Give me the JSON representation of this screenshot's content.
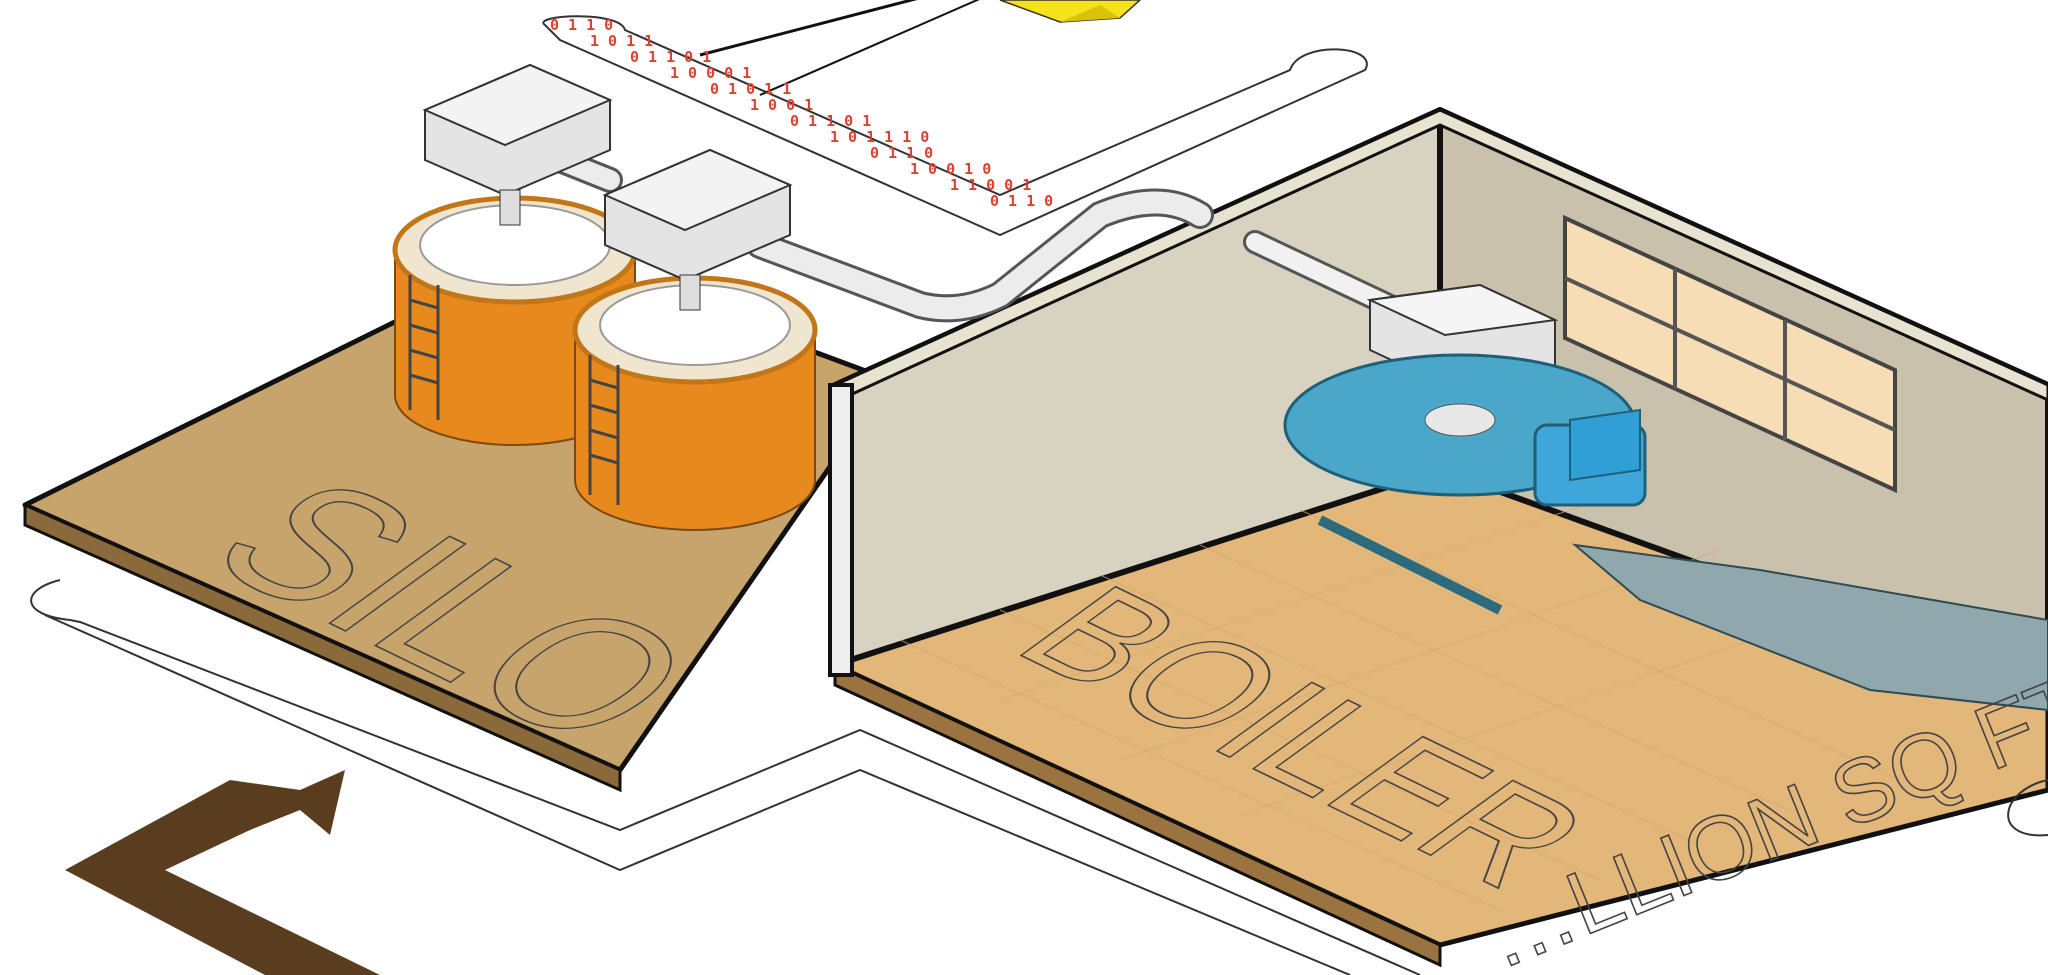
{
  "labels": {
    "silo": "SILO",
    "boiler": "BOILER",
    "area": "…LLION SQ FT"
  },
  "binary_stream": {
    "rows": [
      "0 1 1 0",
      "1 0 1 1",
      "0 1 1 0 1",
      "1 0 0 0 1",
      "0 1 0 1 1",
      "1 0 0 1",
      "0 1 1 0 1",
      "1 0 1 1 1 0",
      "0 1 1 0",
      "1 0 0 1 0",
      "1 1 0 0 1",
      "0 1 1 0"
    ]
  },
  "colors": {
    "silo_floor": "#c7a46b",
    "boiler_floor": "#e3b67a",
    "wall": "#d8d2c1",
    "wall_outline": "#111111",
    "tank_orange": "#e8891e",
    "boiler_blue": "#4aa7c9",
    "pipe": "#ececec",
    "arrow": "#5a3d1e",
    "binary_red": "#d9432e",
    "yellow_block": "#f3e21c"
  },
  "icons": {
    "flow_arrow": "arrow-icon",
    "ladder": "ladder-icon",
    "window": "window-icon"
  }
}
